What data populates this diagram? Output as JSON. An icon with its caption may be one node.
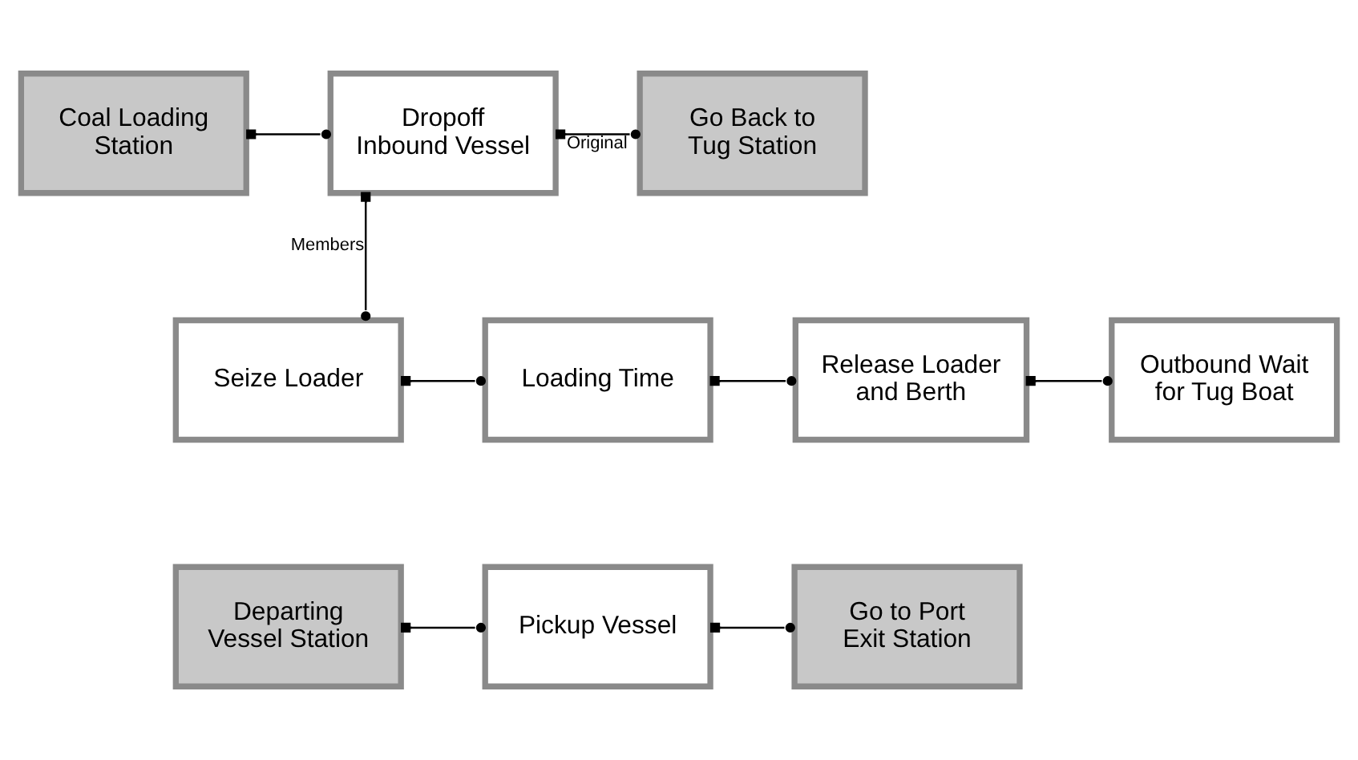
{
  "diagram": {
    "nodes": [
      {
        "text": [
          "Coal Loading Station"
        ]
      },
      {
        "text": [
          "Dropoff Inbound Vessel"
        ]
      },
      {
        "text": [
          "Go Back to Tug Station"
        ]
      },
      {
        "text": [
          "Seize Loader"
        ]
      },
      {
        "text": [
          "Loading Time"
        ]
      },
      {
        "text": [
          "Release Loader and Berth"
        ]
      },
      {
        "text": [
          "Outbound Wait for Tug Boat"
        ]
      },
      {
        "text": [
          "Departing Vessel Station"
        ]
      },
      {
        "text": [
          "Pickup Vessel"
        ]
      },
      {
        "text": [
          "Go to Port Exit Station"
        ]
      }
    ],
    "edges": [
      {
        "from": 0,
        "to": 1,
        "arrow": "other"
      },
      {
        "from": 1,
        "to": 2,
        "arrow": "other",
        "label": "Original"
      },
      {
        "from": 1,
        "to": 3,
        "arrow": "other",
        "label": "Members"
      },
      {
        "from": 3,
        "to": 4,
        "arrow": "other"
      },
      {
        "from": 4,
        "to": 5,
        "arrow": "other"
      },
      {
        "from": 5,
        "to": 6,
        "arrow": "other"
      },
      {
        "from": 7,
        "to": 8,
        "arrow": "other"
      },
      {
        "from": 8,
        "to": 9,
        "arrow": "other"
      }
    ]
  }
}
